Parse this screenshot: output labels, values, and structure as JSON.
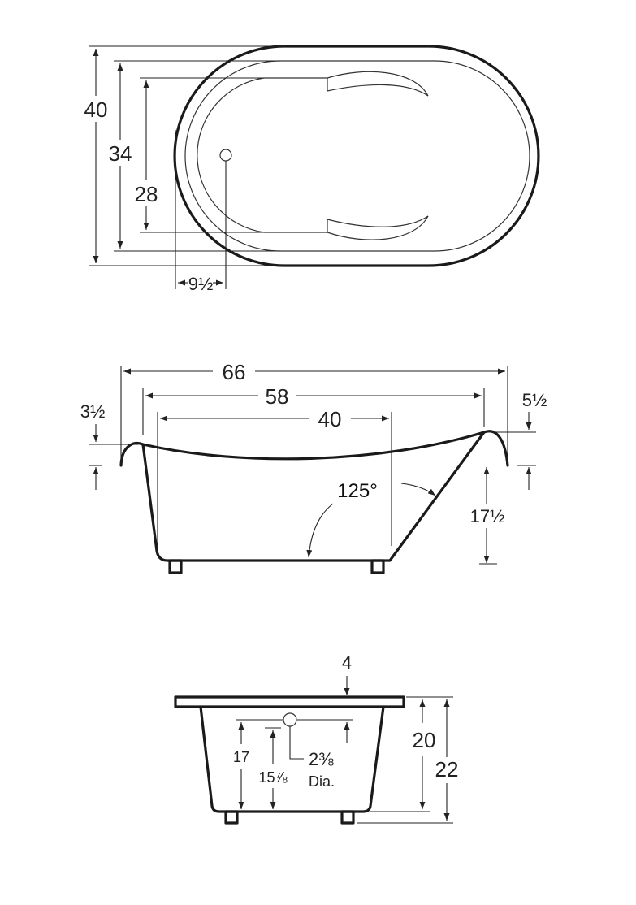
{
  "top_view": {
    "overall_width": "40",
    "rim_inner": "34",
    "basin_width": "28",
    "drain_offset": "9½"
  },
  "side_view": {
    "overall_length": "66",
    "inner_length": "58",
    "bottom_length": "40",
    "left_rise": "3½",
    "right_rise": "5½",
    "back_angle": "125°",
    "foot_height": "17½"
  },
  "end_view": {
    "rim_thickness": "4",
    "tub_height": "20",
    "overall_height": "22",
    "drain_height": "17",
    "drain_center": "15⅞",
    "drain_diameter": "2⅜",
    "dia_label": "Dia."
  }
}
